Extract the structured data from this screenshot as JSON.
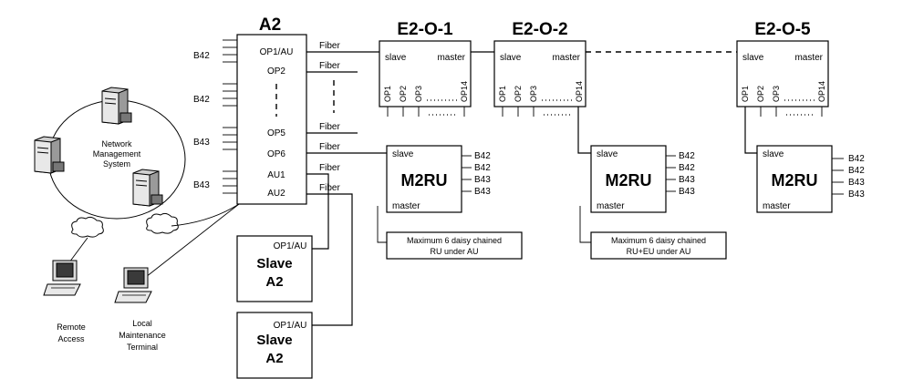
{
  "a2": {
    "title": "A2",
    "ports": [
      "OP1/AU",
      "OP2",
      "OP5",
      "OP6",
      "AU1",
      "AU2"
    ],
    "b_labels": [
      "B42",
      "B42",
      "B43",
      "B43"
    ]
  },
  "fiber_label": "Fiber",
  "e2_units": [
    {
      "title": "E2-O-1",
      "slave": "slave",
      "master": "master"
    },
    {
      "title": "E2-O-2",
      "slave": "slave",
      "master": "master"
    },
    {
      "title": "E2-O-5",
      "slave": "slave",
      "master": "master"
    }
  ],
  "e2_ports": [
    "OP1",
    "OP2",
    "OP3",
    "OP14"
  ],
  "m2ru_units": [
    {
      "title": "M2RU",
      "slave": "slave",
      "master": "master",
      "bands": [
        "B42",
        "B42",
        "B43",
        "B43"
      ]
    },
    {
      "title": "M2RU",
      "slave": "slave",
      "master": "master",
      "bands": [
        "B42",
        "B42",
        "B43",
        "B43"
      ]
    },
    {
      "title": "M2RU",
      "slave": "slave",
      "master": "master",
      "bands": [
        "B42",
        "B42",
        "B43",
        "B43"
      ]
    }
  ],
  "notes": [
    {
      "line1": "Maximum 6 daisy chained",
      "line2": "RU under AU"
    },
    {
      "line1": "Maximum 6 daisy chained",
      "line2": "RU+EU under AU"
    }
  ],
  "slave_a2": [
    {
      "port": "OP1/AU",
      "line1": "Slave",
      "line2": "A2"
    },
    {
      "port": "OP1/AU",
      "line1": "Slave",
      "line2": "A2"
    }
  ],
  "nms": {
    "line1": "Network",
    "line2": "Management",
    "line3": "System"
  },
  "remote": {
    "line1": "Remote",
    "line2": "Access"
  },
  "local": {
    "line1": "Local",
    "line2": "Maintenance",
    "line3": "Terminal"
  }
}
